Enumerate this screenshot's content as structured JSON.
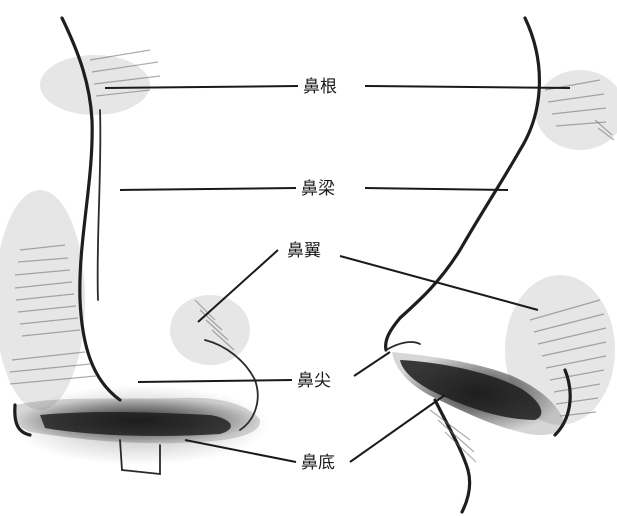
{
  "labels": {
    "root": "鼻根",
    "bridge": "鼻梁",
    "wing": "鼻翼",
    "tip": "鼻尖",
    "base": "鼻底"
  }
}
